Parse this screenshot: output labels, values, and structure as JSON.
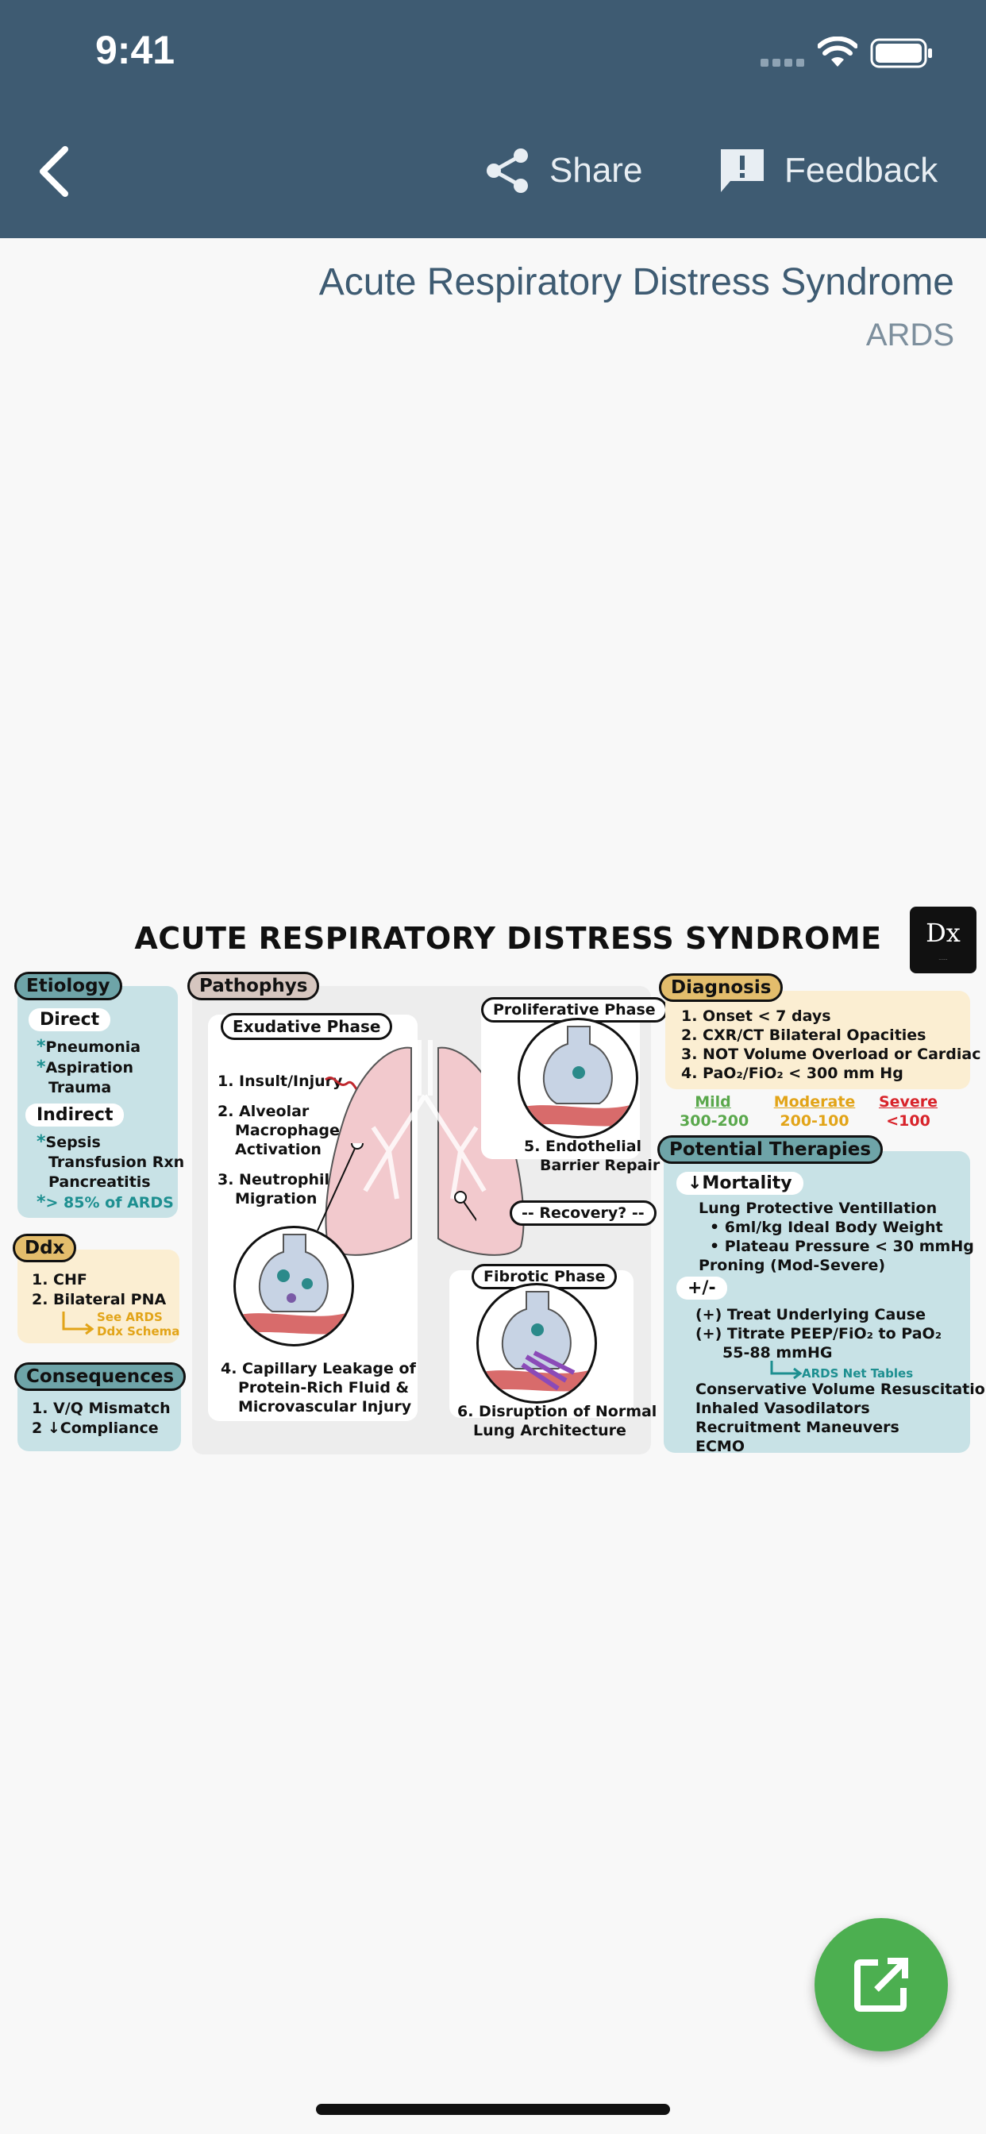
{
  "status_bar": {
    "time": "9:41"
  },
  "header": {
    "share_label": "Share",
    "feedback_label": "Feedback"
  },
  "page": {
    "title": "Acute Respiratory Distress Syndrome",
    "subtitle": "ARDS"
  },
  "infographic": {
    "title": "ACUTE RESPIRATORY DISTRESS SYNDROME",
    "logo_text": "Dx",
    "etiology": {
      "header": "Etiology",
      "direct_label": "Direct",
      "direct_items": [
        "Pneumonia",
        "Aspiration",
        "Trauma"
      ],
      "indirect_label": "Indirect",
      "indirect_items": [
        "Sepsis",
        "Transfusion Rxn",
        "Pancreatitis"
      ],
      "note": "> 85% of ARDS"
    },
    "ddx": {
      "header": "Ddx",
      "items": [
        "1. CHF",
        "2. Bilateral PNA"
      ],
      "see_note": [
        "See ARDS",
        "Ddx Schema"
      ]
    },
    "consequences": {
      "header": "Consequences",
      "items": [
        "1. V/Q Mismatch",
        "2 ↓Compliance"
      ]
    },
    "pathophys": {
      "header": "Pathophys",
      "exudative_label": "Exudative Phase",
      "steps": [
        "1. Insult/Injury",
        "2. Alveolar",
        "Macrophage",
        "Activation",
        "3. Neutrophil",
        "Migration"
      ],
      "step4": [
        "4. Capillary Leakage of",
        "Protein-Rich Fluid &",
        "Microvascular Injury"
      ],
      "proliferative_label": "Proliferative Phase",
      "step5": [
        "5. Endothelial",
        "Barrier Repair"
      ],
      "recovery_label": "-- Recovery? --",
      "fibrotic_label": "Fibrotic Phase",
      "step6": [
        "6. Disruption of Normal",
        "Lung Architecture"
      ]
    },
    "diagnosis": {
      "header": "Diagnosis",
      "items": [
        "1. Onset < 7 days",
        "2. CXR/CT Bilateral Opacities",
        "3. NOT Volume Overload or Cardiac",
        "4. PaO₂/FiO₂ < 300 mm Hg"
      ],
      "severity": [
        {
          "label": "Mild",
          "range": "300-200",
          "color": "#5aa84c"
        },
        {
          "label": "Moderate",
          "range": "200-100",
          "color": "#e2a418"
        },
        {
          "label": "Severe",
          "range": "<100",
          "color": "#d8232a"
        }
      ]
    },
    "therapies": {
      "header": "Potential Therapies",
      "mortality_label": "↓Mortality",
      "mortality_items": [
        "Lung Protective Ventillation",
        "• 6ml/kg Ideal Body Weight",
        "• Plateau Pressure < 30 mmHg",
        "Proning (Mod-Severe)"
      ],
      "pm_label": "+/-",
      "pm_items": [
        "(+) Treat Underlying Cause",
        "(+) Titrate PEEP/FiO₂ to PaO₂",
        "55-88 mmHG"
      ],
      "net_note": "ARDS Net Tables",
      "other_items": [
        "Conservative Volume Resuscitation",
        "Inhaled Vasodilators",
        "Recruitment Maneuvers",
        "ECMO"
      ]
    }
  },
  "colors": {
    "header_bg": "#3e5b72",
    "fab": "#4caf50",
    "teal_box": "#c8e2e6",
    "yellow_box": "#fbeed2"
  },
  "icons": [
    "chevron-left-icon",
    "share-icon",
    "feedback-icon",
    "external-link-icon",
    "wifi-icon",
    "battery-icon",
    "signal-icon"
  ]
}
